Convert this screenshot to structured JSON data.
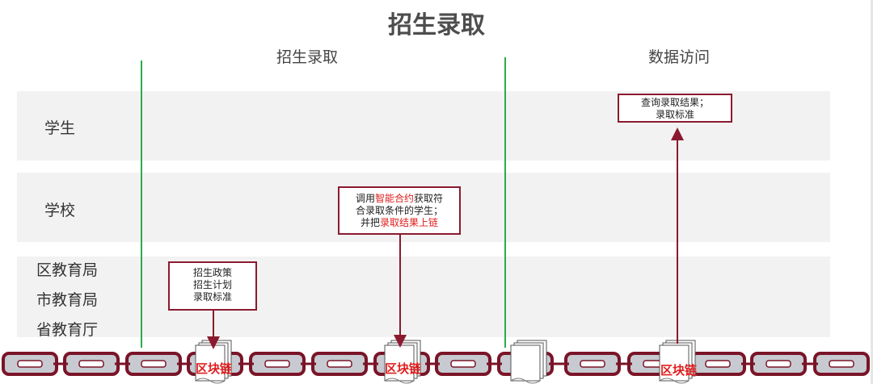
{
  "title": "招生录取",
  "phases": [
    "招生录取",
    "数据访问"
  ],
  "lanes": {
    "student": "学生",
    "school": "学校",
    "edu": [
      "区教育局",
      "市教育局",
      "省教育厅"
    ]
  },
  "boxes": {
    "policy": [
      "招生政策",
      "招生计划",
      "录取标准"
    ],
    "school_action": {
      "l1_a": "调用",
      "l1_hl": "智能合约",
      "l1_b": "获取符",
      "l2": "合录取条件的学生；",
      "l3_a": "并把",
      "l3_hl": "录取结果上链"
    },
    "query": [
      "查询录取结果；",
      "录取标准"
    ]
  },
  "blockchain_label": "区块链",
  "colors": {
    "box_border": "#8b1a2e",
    "highlight": "#e01c1c",
    "phase_divider": "#2eaa4a",
    "lane_bg": "#f2f2f2",
    "chain_fill": "#c7cbd1",
    "chain_border": "#7a1428"
  }
}
